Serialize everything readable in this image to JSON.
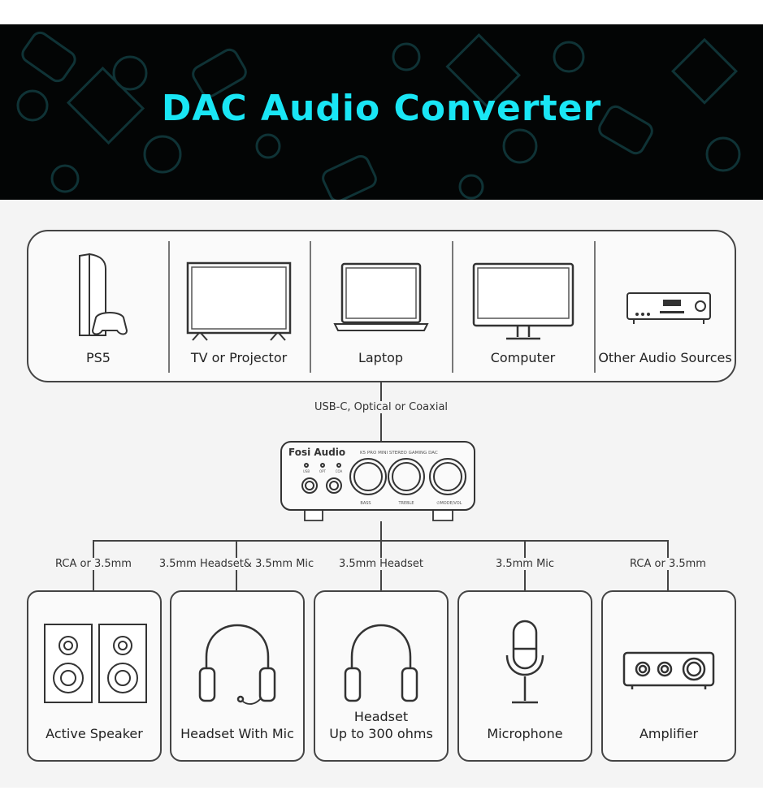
{
  "title": "DAC Audio Converter",
  "sources": [
    {
      "label": "PS5",
      "icon": "ps5-console-icon"
    },
    {
      "label": "TV or Projector",
      "icon": "tv-icon"
    },
    {
      "label": "Laptop",
      "icon": "laptop-icon"
    },
    {
      "label": "Computer",
      "icon": "monitor-icon"
    },
    {
      "label": "Other Audio Sources",
      "icon": "audio-player-icon"
    }
  ],
  "input_connection": "USB-C, Optical or Coaxial",
  "device": {
    "brand": "Fosi Audio",
    "model": "K5 PRO MINI STEREO GAMING DAC",
    "indicators": [
      "USB",
      "OPT",
      "COA"
    ],
    "knobs": [
      "BASS",
      "TREBLE",
      "⏻MODE/VOL"
    ]
  },
  "outputs": [
    {
      "connection": "RCA or 3.5mm",
      "label": "Active Speaker",
      "icon": "speaker-icon"
    },
    {
      "connection": "3.5mm Headset& 3.5mm Mic",
      "label": "Headset With Mic",
      "icon": "headset-mic-icon"
    },
    {
      "connection": "3.5mm Headset",
      "label": "Headset",
      "label2": "Up to 300 ohms",
      "icon": "headphones-icon"
    },
    {
      "connection": "3.5mm Mic",
      "label": "Microphone",
      "icon": "microphone-icon"
    },
    {
      "connection": "RCA or 3.5mm",
      "label": "Amplifier",
      "icon": "amplifier-icon"
    }
  ],
  "colors": {
    "title": "#19e6f5",
    "banner": "#030505",
    "line": "#444444"
  }
}
